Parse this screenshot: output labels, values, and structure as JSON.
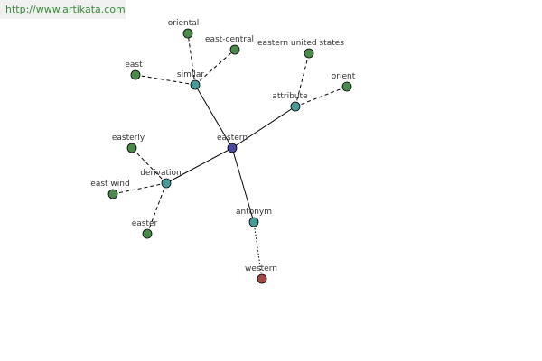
{
  "banner": {
    "url_text": "http://www.artikata.com"
  },
  "colors": {
    "center_node": "#4a4aa0",
    "relation_node": "#4a9a9a",
    "related_word_node": "#4a8a4a",
    "antonym_word_node": "#a04a4a",
    "banner_text": "#3a8a3a"
  },
  "graph": {
    "nodes": [
      {
        "id": "eastern",
        "label": "eastern",
        "kind": "center"
      },
      {
        "id": "similar",
        "label": "similar",
        "kind": "relation"
      },
      {
        "id": "attribute",
        "label": "attribute",
        "kind": "relation"
      },
      {
        "id": "derivation",
        "label": "derivation",
        "kind": "relation"
      },
      {
        "id": "antonym",
        "label": "antonym",
        "kind": "relation"
      },
      {
        "id": "oriental",
        "label": "oriental",
        "kind": "word"
      },
      {
        "id": "east-central",
        "label": "east-central",
        "kind": "word"
      },
      {
        "id": "east",
        "label": "east",
        "kind": "word"
      },
      {
        "id": "eastern-united-states",
        "label": "eastern united states",
        "kind": "word"
      },
      {
        "id": "orient",
        "label": "orient",
        "kind": "word"
      },
      {
        "id": "easterly",
        "label": "easterly",
        "kind": "word"
      },
      {
        "id": "east-wind",
        "label": "east wind",
        "kind": "word"
      },
      {
        "id": "easter",
        "label": "easter",
        "kind": "word"
      },
      {
        "id": "western",
        "label": "western",
        "kind": "antonym-word"
      }
    ],
    "edges": [
      {
        "from": "eastern",
        "to": "similar",
        "style": "solid"
      },
      {
        "from": "eastern",
        "to": "attribute",
        "style": "solid"
      },
      {
        "from": "eastern",
        "to": "derivation",
        "style": "solid"
      },
      {
        "from": "eastern",
        "to": "antonym",
        "style": "solid"
      },
      {
        "from": "similar",
        "to": "oriental",
        "style": "dashed"
      },
      {
        "from": "similar",
        "to": "east-central",
        "style": "dashed"
      },
      {
        "from": "similar",
        "to": "east",
        "style": "dashed"
      },
      {
        "from": "attribute",
        "to": "eastern-united-states",
        "style": "dashed"
      },
      {
        "from": "attribute",
        "to": "orient",
        "style": "dashed"
      },
      {
        "from": "derivation",
        "to": "easterly",
        "style": "dashed"
      },
      {
        "from": "derivation",
        "to": "east-wind",
        "style": "dashed"
      },
      {
        "from": "derivation",
        "to": "easter",
        "style": "dashed"
      },
      {
        "from": "antonym",
        "to": "western",
        "style": "dotted"
      }
    ]
  }
}
